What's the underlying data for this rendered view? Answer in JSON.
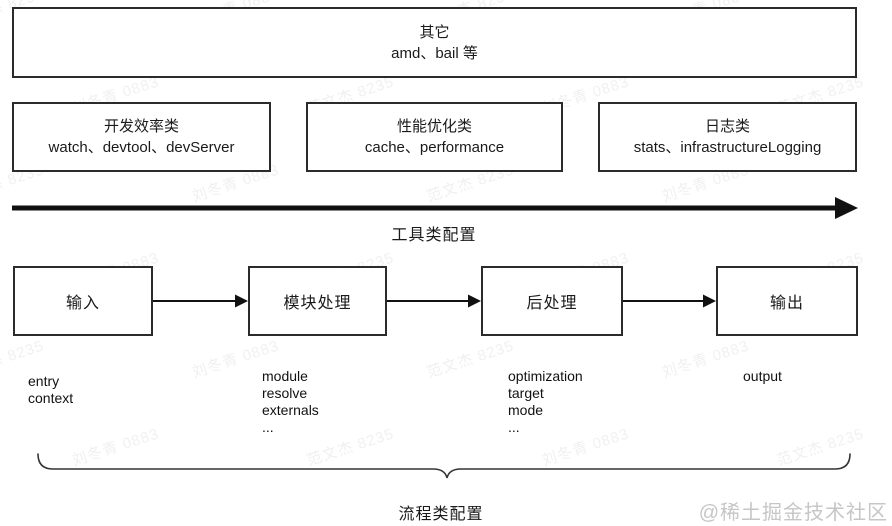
{
  "palette": {
    "line": "#111111",
    "border": "#2b2b2b",
    "text": "#1a1a1a",
    "credit_gray": "#c6c6c6"
  },
  "tool_section": {
    "other_box": {
      "title": "其它",
      "items": "amd、bail 等"
    },
    "boxes": [
      {
        "title": "开发效率类",
        "items": "watch、devtool、devServer"
      },
      {
        "title": "性能优化类",
        "items": "cache、performance"
      },
      {
        "title": "日志类",
        "items": "stats、infrastructureLogging"
      }
    ],
    "axis_label": "工具类配置"
  },
  "flow_section": {
    "steps": [
      {
        "label": "输入",
        "props": [
          "entry",
          "context"
        ]
      },
      {
        "label": "模块处理",
        "props": [
          "module",
          "resolve",
          "externals",
          "..."
        ]
      },
      {
        "label": "后处理",
        "props": [
          "optimization",
          "target",
          "mode",
          "..."
        ]
      },
      {
        "label": "输出",
        "props": [
          "output"
        ]
      }
    ],
    "brace_label": "流程类配置"
  },
  "watermarks": {
    "diagonal_texts": [
      "范文杰 8235",
      "刘冬青 0883"
    ],
    "credit": "@稀土掘金技术社区"
  }
}
